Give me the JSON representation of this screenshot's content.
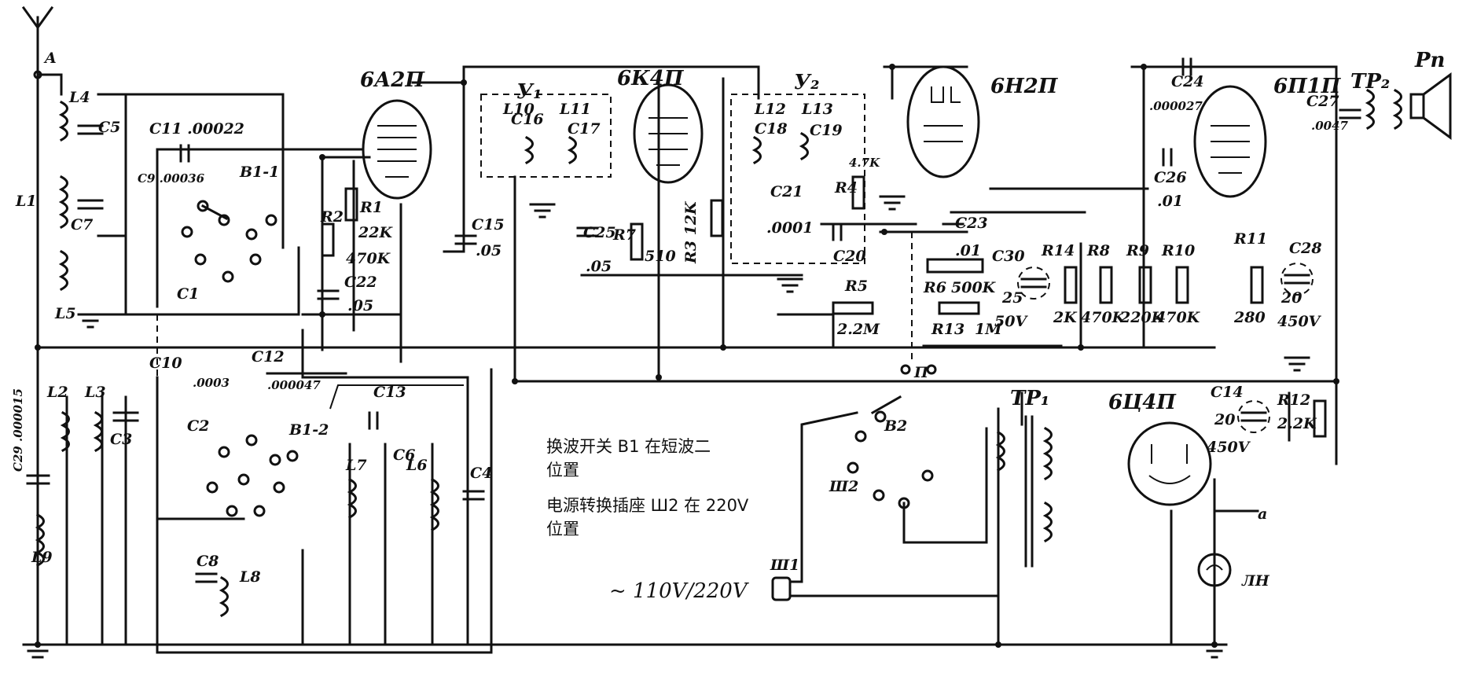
{
  "tubes": {
    "t1": "6А2П",
    "t2": "6К4П",
    "t3": "6Н2П",
    "t4": "6П1П",
    "t5": "6Ц4П"
  },
  "transformers": {
    "tp1": "TP₁",
    "tp2": "TP₂",
    "spk": "Рп"
  },
  "blocks": {
    "y1": "У₁",
    "y2": "У₂"
  },
  "switches": {
    "b1_1": "B1-1",
    "b1_2": "B1-2",
    "b2": "B2",
    "sh1": "Ш1",
    "sh2": "Ш2",
    "p": "П",
    "lamp": "ЛН"
  },
  "antenna": "A",
  "ground_tag": "a",
  "components": {
    "L1": "L1",
    "L2": "L2",
    "L3": "L3",
    "L4": "L4",
    "L5": "L5",
    "L6": "L6",
    "L7": "L7",
    "L8": "L8",
    "L9": "L9",
    "L10": "L10",
    "L11": "L11",
    "L12": "L12",
    "L13": "L13",
    "C1": "C1",
    "C2": "C2",
    "C3": "C3",
    "C4": "C4",
    "C5": "C5",
    "C6": "C6",
    "C7": "C7",
    "C8": "C8",
    "C9": "C9 .00036",
    "C10": "C10",
    "C10v": ".0003",
    "C11": "C11 .00022",
    "C12": "C12",
    "C12v": ".000047",
    "C13": "C13",
    "C14": "C14",
    "C14v1": "20",
    "C14v2": "450V",
    "C15": "C15",
    "C15v": ".05",
    "C16": "C16",
    "C17": "C17",
    "C18": "C18",
    "C19": "C19",
    "C20": "C20",
    "C21": "C21",
    "C21v": ".0001",
    "C22": "C22",
    "C22v": ".05",
    "C23": "C23",
    "C23v": ".01",
    "C24": "C24",
    "C24v": ".000027",
    "C25": "C25",
    "C25v": ".05",
    "C26": "C26",
    "C26v": ".01",
    "C27": "C27",
    "C27v": ".0047",
    "C28": "C28",
    "C28v1": "20",
    "C28v2": "450V",
    "C29": "C29 .000015",
    "C30": "C30",
    "C30v1": "25",
    "C30v2": "50V",
    "R1": "R1",
    "R1v": "22K",
    "R2": "R2",
    "R2v": "470K",
    "R3": "R3 12K",
    "R4": "R4",
    "R4v": "4.7K",
    "R5": "R5",
    "R5v": "2.2M",
    "R6": "R6",
    "R6v": "500K",
    "R7": "R7",
    "R7v": "510",
    "R8": "R8",
    "R8v": "470K",
    "R9": "R9",
    "R9v": "220K",
    "R10": "R10",
    "R10v": "470K",
    "R11": "R11",
    "R11v": "280",
    "R12": "R12",
    "R12v": "2.2K",
    "R13": "R13",
    "R13v": "1M",
    "R14": "R14",
    "R14v": "2K"
  },
  "notes": {
    "line1": "换波开关 B1 在短波二",
    "line2": "位置",
    "line3": "电源转换插座 Ш2 在 220V",
    "line4": "位置",
    "mains": "~ 110V/220V"
  }
}
